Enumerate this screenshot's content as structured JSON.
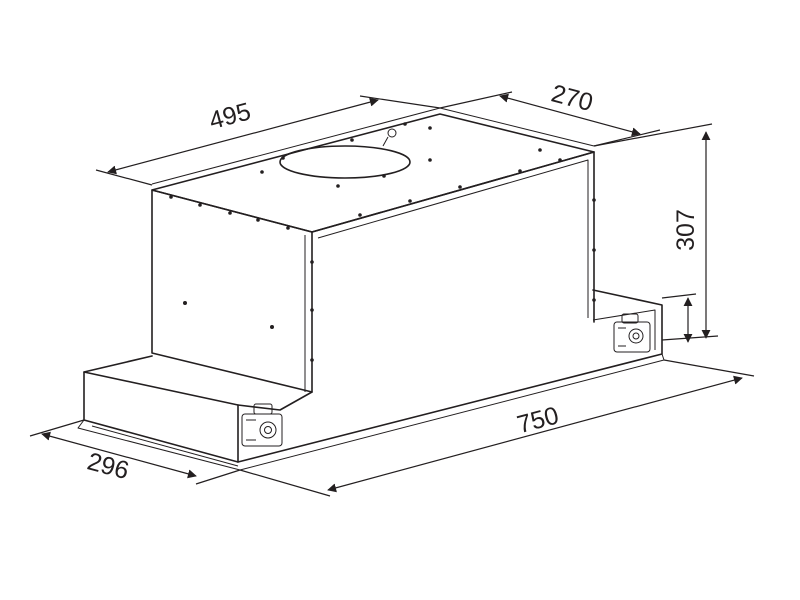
{
  "dimensions": {
    "top_length": "495",
    "top_depth": "270",
    "chimney_height": "307",
    "base_length": "750",
    "base_depth": "296"
  }
}
